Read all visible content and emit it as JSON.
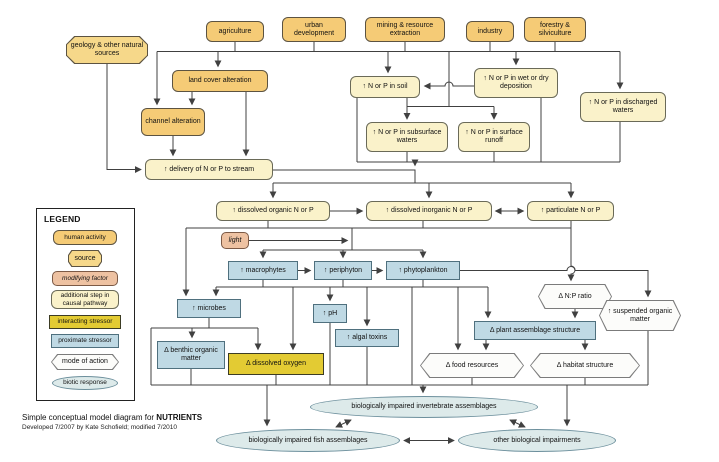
{
  "caption": {
    "line1": "Simple conceptual model diagram for ",
    "title": "NUTRIENTS",
    "line2": "Developed 7/2007 by Kate Schofield; modified 7/2010"
  },
  "legend": {
    "title": "LEGEND",
    "items": [
      {
        "label": "human activity",
        "type": "activity"
      },
      {
        "label": "source",
        "type": "source"
      },
      {
        "label": "modifying factor",
        "type": "modifier"
      },
      {
        "label": "additional step in causal pathway",
        "type": "step"
      },
      {
        "label": "interacting stressor",
        "type": "interacting"
      },
      {
        "label": "proximate stressor",
        "type": "proximate"
      },
      {
        "label": "mode of action",
        "type": "action"
      },
      {
        "label": "biotic response",
        "type": "response"
      }
    ]
  },
  "nodes": {
    "geology": {
      "label": "geology & other natural sources"
    },
    "agriculture": {
      "label": "agriculture"
    },
    "urban": {
      "label": "urban development"
    },
    "mining": {
      "label": "mining & resource extraction"
    },
    "industry": {
      "label": "industry"
    },
    "forestry": {
      "label": "forestry & silviculture"
    },
    "land_cover": {
      "label": "land cover alteration"
    },
    "channel": {
      "label": "channel alteration"
    },
    "soil": {
      "label": "↑ N or P in soil"
    },
    "deposition": {
      "label": "↑ N or P in wet or dry deposition"
    },
    "discharged": {
      "label": "↑ N or P in discharged waters"
    },
    "subsurface": {
      "label": "↑ N or P in subsurface waters"
    },
    "runoff": {
      "label": "↑ N or P in surface runoff"
    },
    "delivery": {
      "label": "↑ delivery of N or P to stream"
    },
    "dissolved_organic": {
      "label": "↑ dissolved organic N or P"
    },
    "dissolved_inorganic": {
      "label": "↑ dissolved inorganic N or P"
    },
    "particulate": {
      "label": "↑ particulate N or P"
    },
    "light": {
      "label": "light"
    },
    "macrophytes": {
      "label": "↑ macrophytes"
    },
    "periphyton": {
      "label": "↑ periphyton"
    },
    "phytoplankton": {
      "label": "↑ phytoplankton"
    },
    "microbes": {
      "label": "↑ microbes"
    },
    "ph": {
      "label": "↑ pH"
    },
    "algal_toxins": {
      "label": "↑ algal toxins"
    },
    "benthic": {
      "label": "Δ benthic organic matter"
    },
    "dissolved_oxygen": {
      "label": "Δ dissolved oxygen"
    },
    "np_ratio": {
      "label": "Δ N:P ratio"
    },
    "suspended": {
      "label": "↑ suspended organic matter"
    },
    "plant_assemblage": {
      "label": "Δ plant assemblage structure"
    },
    "food": {
      "label": "Δ food resources"
    },
    "habitat": {
      "label": "Δ habitat structure"
    },
    "invertebrates": {
      "label": "biologically impaired invertebrate assemblages"
    },
    "fish": {
      "label": "biologically impaired fish assemblages"
    },
    "other": {
      "label": "other biological impairments"
    }
  },
  "colors": {
    "human_activity": "#F5CB76",
    "source": "#F6D88A",
    "modifying_factor": "#EEC2A2",
    "additional_step": "#FAF2CA",
    "interacting_stressor": "#E3CB33",
    "proximate_stressor": "#BFD9E4",
    "mode_of_action": "#FCFCFA",
    "biotic_response": "#DDEAEA",
    "connector": "#404040"
  }
}
